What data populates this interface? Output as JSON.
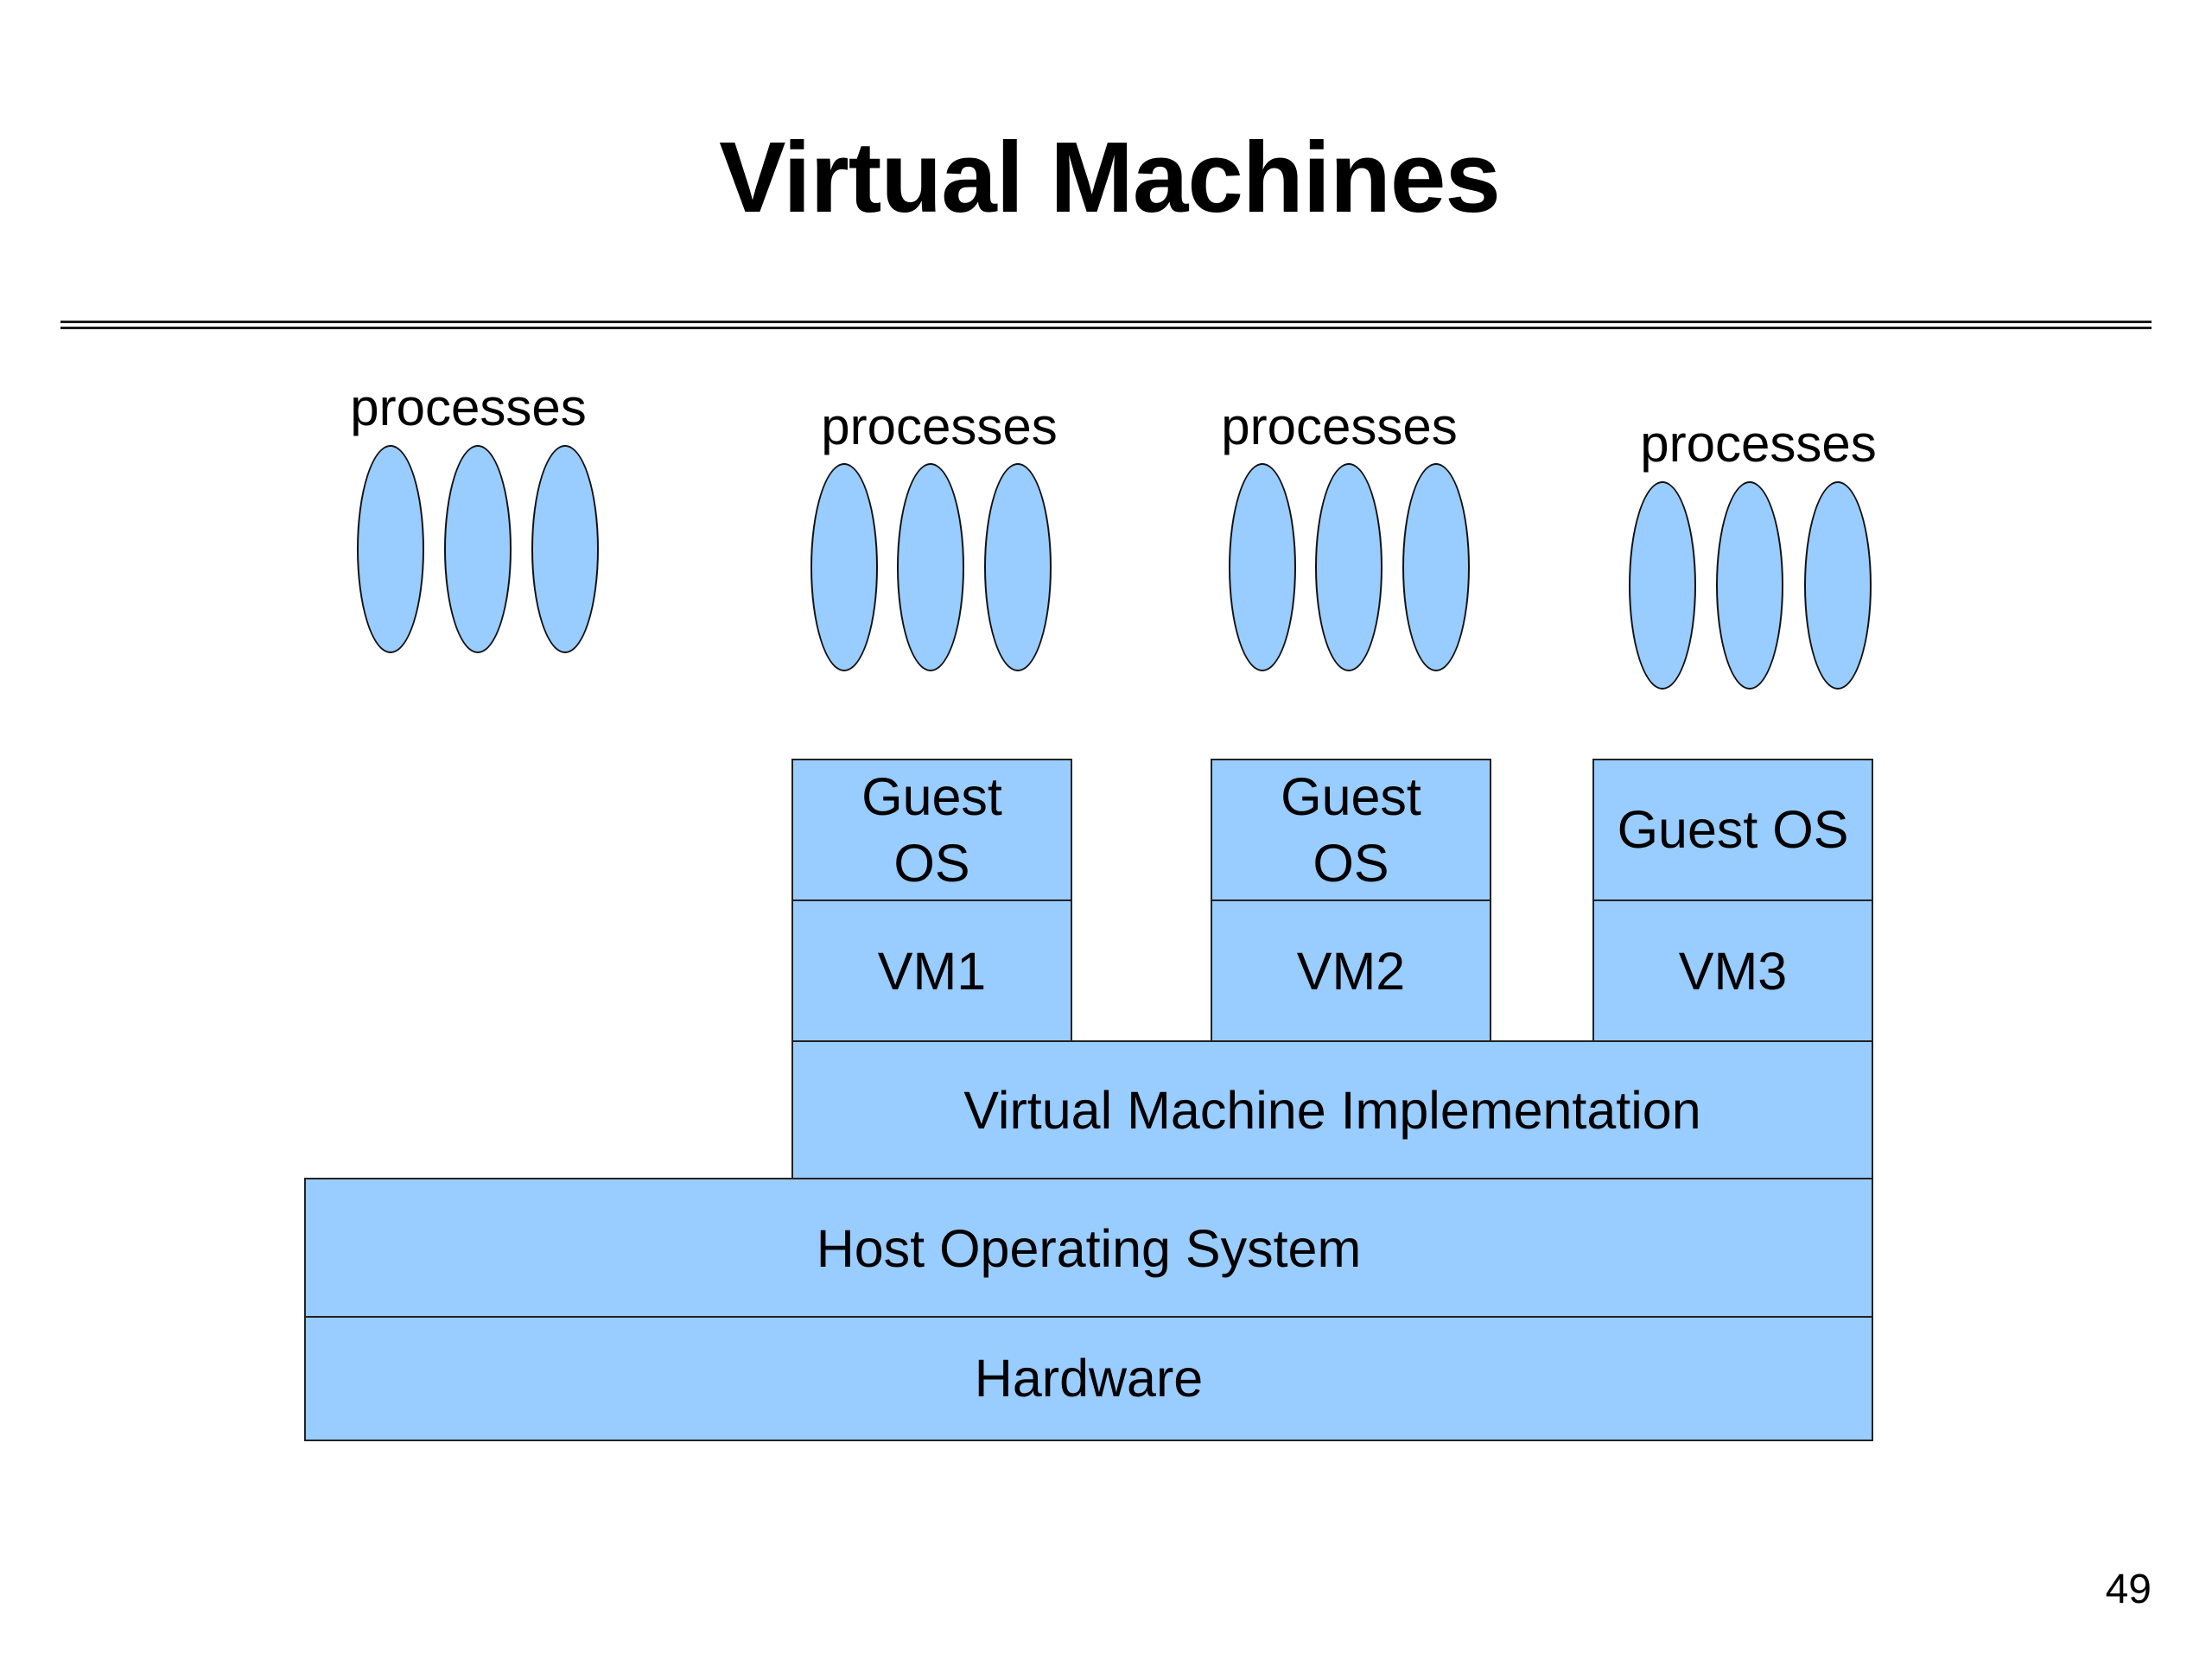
{
  "slide": {
    "title": "Virtual Machines",
    "page_number": "49"
  },
  "process_groups": [
    {
      "label": "processes",
      "process_count": 3
    },
    {
      "label": "processes",
      "process_count": 3
    },
    {
      "label": "processes",
      "process_count": 3
    },
    {
      "label": "processes",
      "process_count": 3
    }
  ],
  "vms": [
    {
      "guest_os": "Guest OS",
      "vm": "VM1"
    },
    {
      "guest_os": "Guest OS",
      "vm": "VM2"
    },
    {
      "guest_os": "Guest OS",
      "vm": "VM3"
    }
  ],
  "layers": {
    "vm_implementation": "Virtual Machine Implementation",
    "host_os": "Host Operating System",
    "hardware": "Hardware"
  },
  "colors": {
    "box_fill": "#99ccff",
    "outline": "#222222",
    "text": "#000000"
  }
}
